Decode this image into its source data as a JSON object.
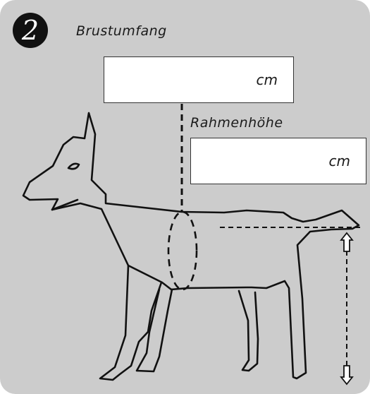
{
  "step": {
    "number": "2"
  },
  "chest": {
    "label": "Brustumfang",
    "unit": "cm",
    "value": ""
  },
  "height": {
    "label": "Rahmenhöhe",
    "unit": "cm",
    "value": ""
  },
  "colors": {
    "panel": "#cccccc",
    "badge": "#111111",
    "field": "#ffffff",
    "line": "#111111"
  },
  "icons": [
    "dog-outline-illustration",
    "double-arrow-icon"
  ]
}
